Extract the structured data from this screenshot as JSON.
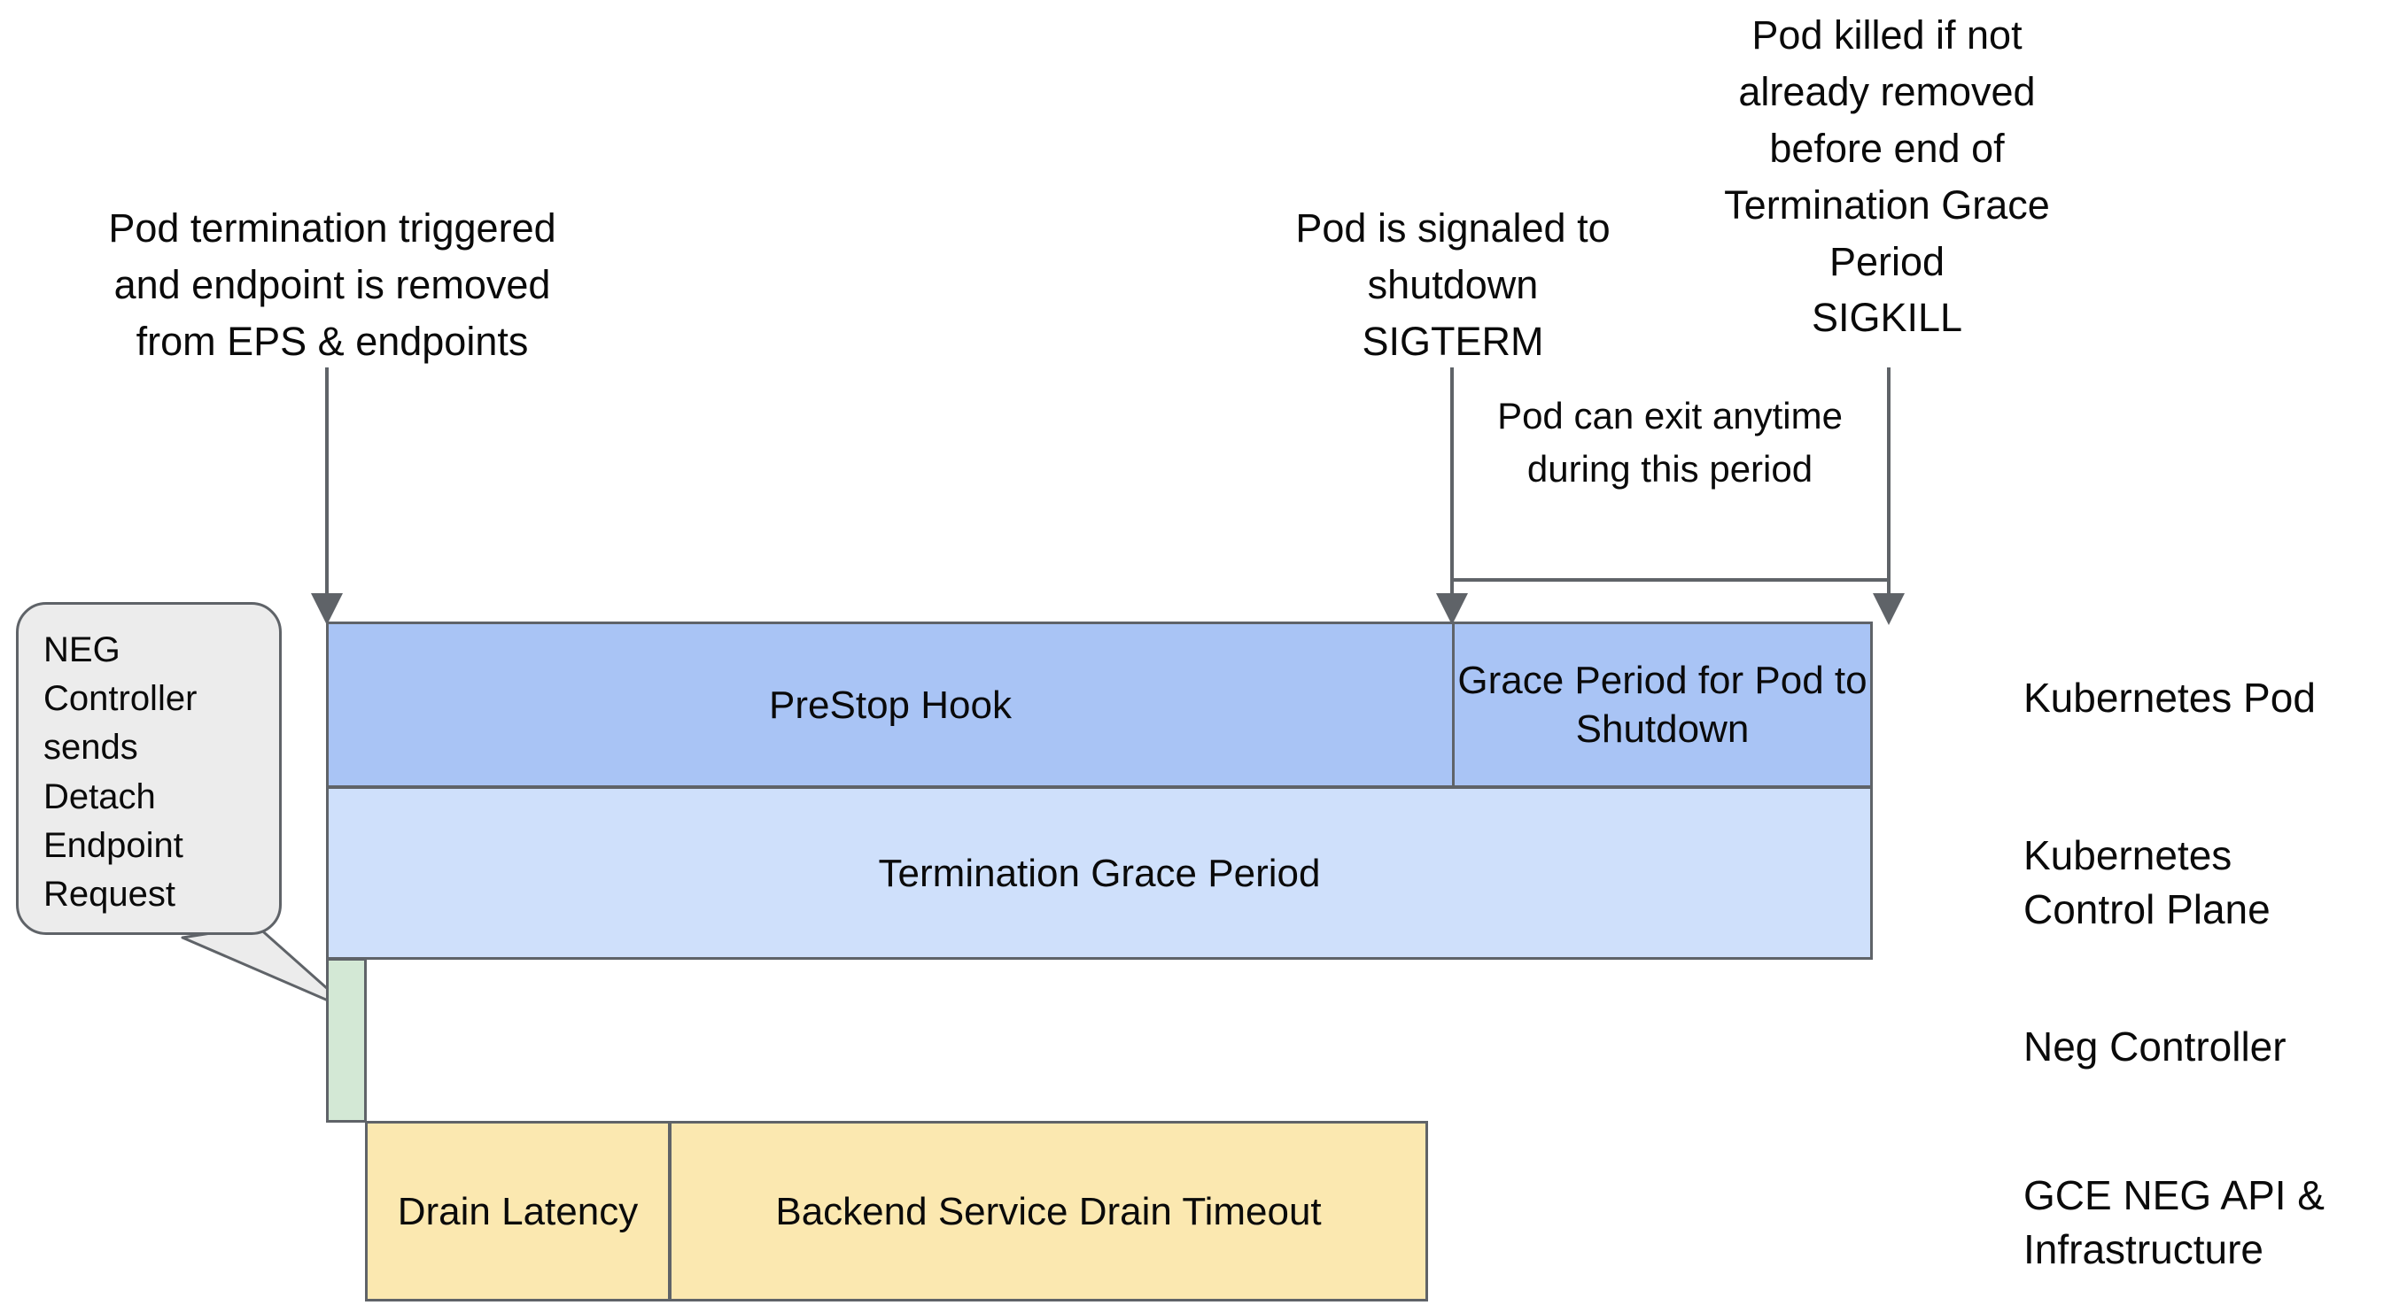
{
  "diagram": {
    "title_hidden": "Kubernetes Pod termination timeline with NEG drain",
    "colors": {
      "prestop_fill": "#a9c4f5",
      "grace_fill": "#a9c4f5",
      "termination_grace_fill": "#cfe0fb",
      "neg_fill": "#d3e8d5",
      "drain_fill": "#fbe8b0",
      "stroke": "#5f6368",
      "callout_fill": "#ececec",
      "text": "#0a0a0a"
    }
  },
  "annotations": [
    {
      "id": "pod-termination-triggered",
      "text": "Pod termination triggered\nand endpoint is removed\nfrom EPS & endpoints"
    },
    {
      "id": "pod-signaled-shutdown",
      "text": "Pod is signaled to\nshutdown\nSIGTERM"
    },
    {
      "id": "pod-killed-sigkill",
      "text": "Pod killed if not\nalready removed\nbefore end of\nTermination Grace\nPeriod\nSIGKILL"
    },
    {
      "id": "pod-can-exit-anytime",
      "text": "Pod can exit anytime\nduring this period"
    }
  ],
  "callout": {
    "id": "neg-controller-detach",
    "text": "NEG\nController\nsends\nDetach\nEndpoint\nRequest"
  },
  "bars": {
    "prestop_hook": "PreStop Hook",
    "grace_period_for_pod": "Grace Period for\nPod to Shutdown",
    "termination_grace_period": "Termination Grace Period",
    "neg_controller_bar": "",
    "drain_latency": "Drain\nLatency",
    "backend_service_drain_timeout": "Backend Service Drain Timeout"
  },
  "row_labels": [
    {
      "id": "kubernetes-pod",
      "text": "Kubernetes Pod"
    },
    {
      "id": "kubernetes-control-plane",
      "text": "Kubernetes\nControl Plane"
    },
    {
      "id": "neg-controller",
      "text": "Neg Controller"
    },
    {
      "id": "gce-neg-api",
      "text": "GCE NEG API &\nInfrastructure"
    }
  ]
}
